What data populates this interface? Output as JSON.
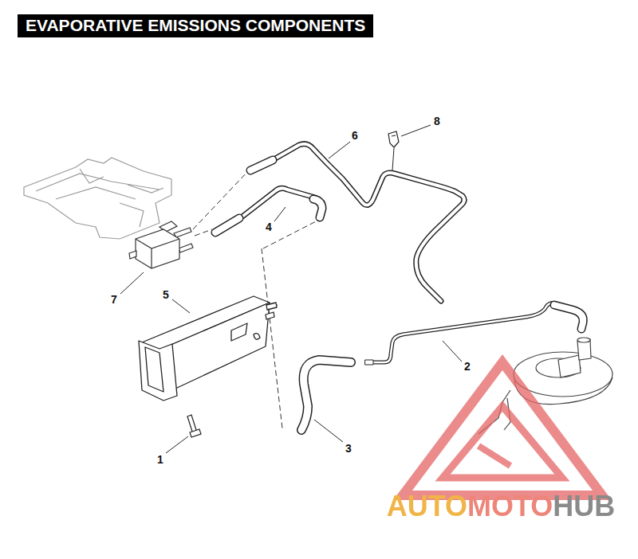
{
  "diagram": {
    "title": "EVAPORATIVE EMISSIONS COMPONENTS",
    "labels": [
      "8",
      "6",
      "4",
      "7",
      "5",
      "2",
      "1",
      "3",
      "AUTOMOTOHUB"
    ]
  }
}
